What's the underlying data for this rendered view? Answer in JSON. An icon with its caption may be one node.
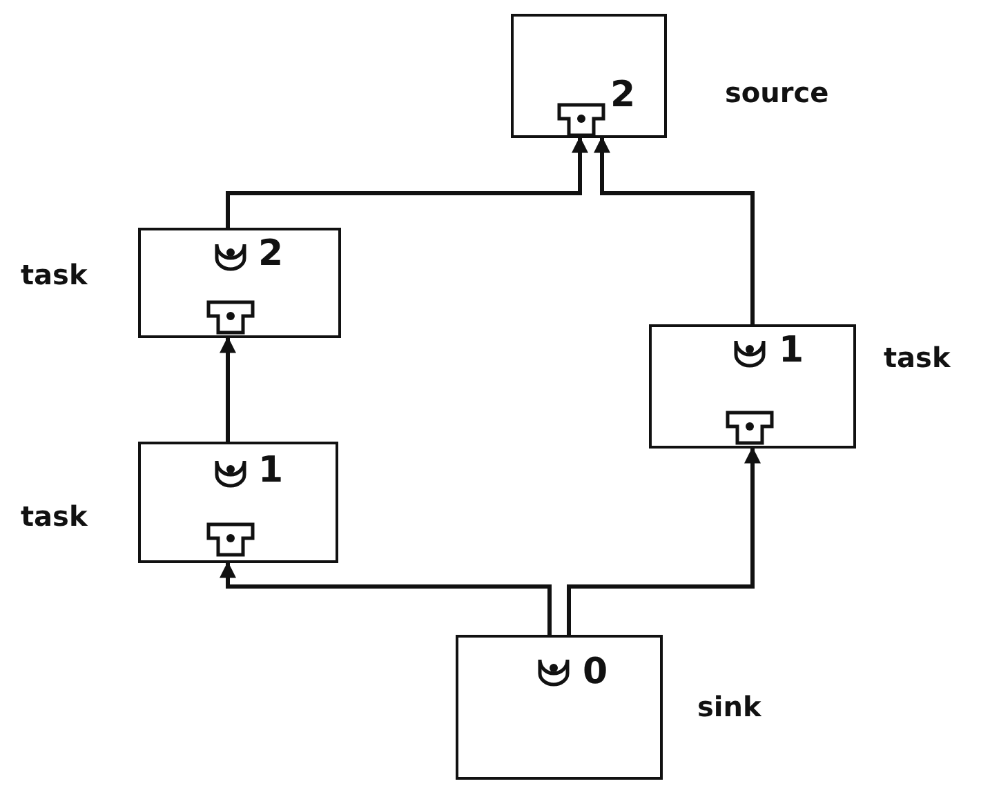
{
  "diagram": {
    "nodes": [
      {
        "text": [
          "2"
        ],
        "beside": [
          "source"
        ]
      },
      {
        "text": [
          "2"
        ],
        "beside": [
          "task"
        ]
      },
      {
        "text": [
          "1"
        ],
        "beside": [
          "task"
        ]
      },
      {
        "text": [
          "1"
        ],
        "beside": [
          "task"
        ]
      },
      {
        "text": [
          "0"
        ],
        "beside": [
          "sink"
        ]
      }
    ],
    "edges": [
      {
        "from": 1,
        "to": 0,
        "arrow": "to"
      },
      {
        "from": 3,
        "to": 0,
        "arrow": "to"
      },
      {
        "from": 2,
        "to": 1,
        "arrow": "to"
      },
      {
        "from": 4,
        "to": 2,
        "arrow": "to"
      },
      {
        "from": 4,
        "to": 3,
        "arrow": "to"
      }
    ]
  }
}
